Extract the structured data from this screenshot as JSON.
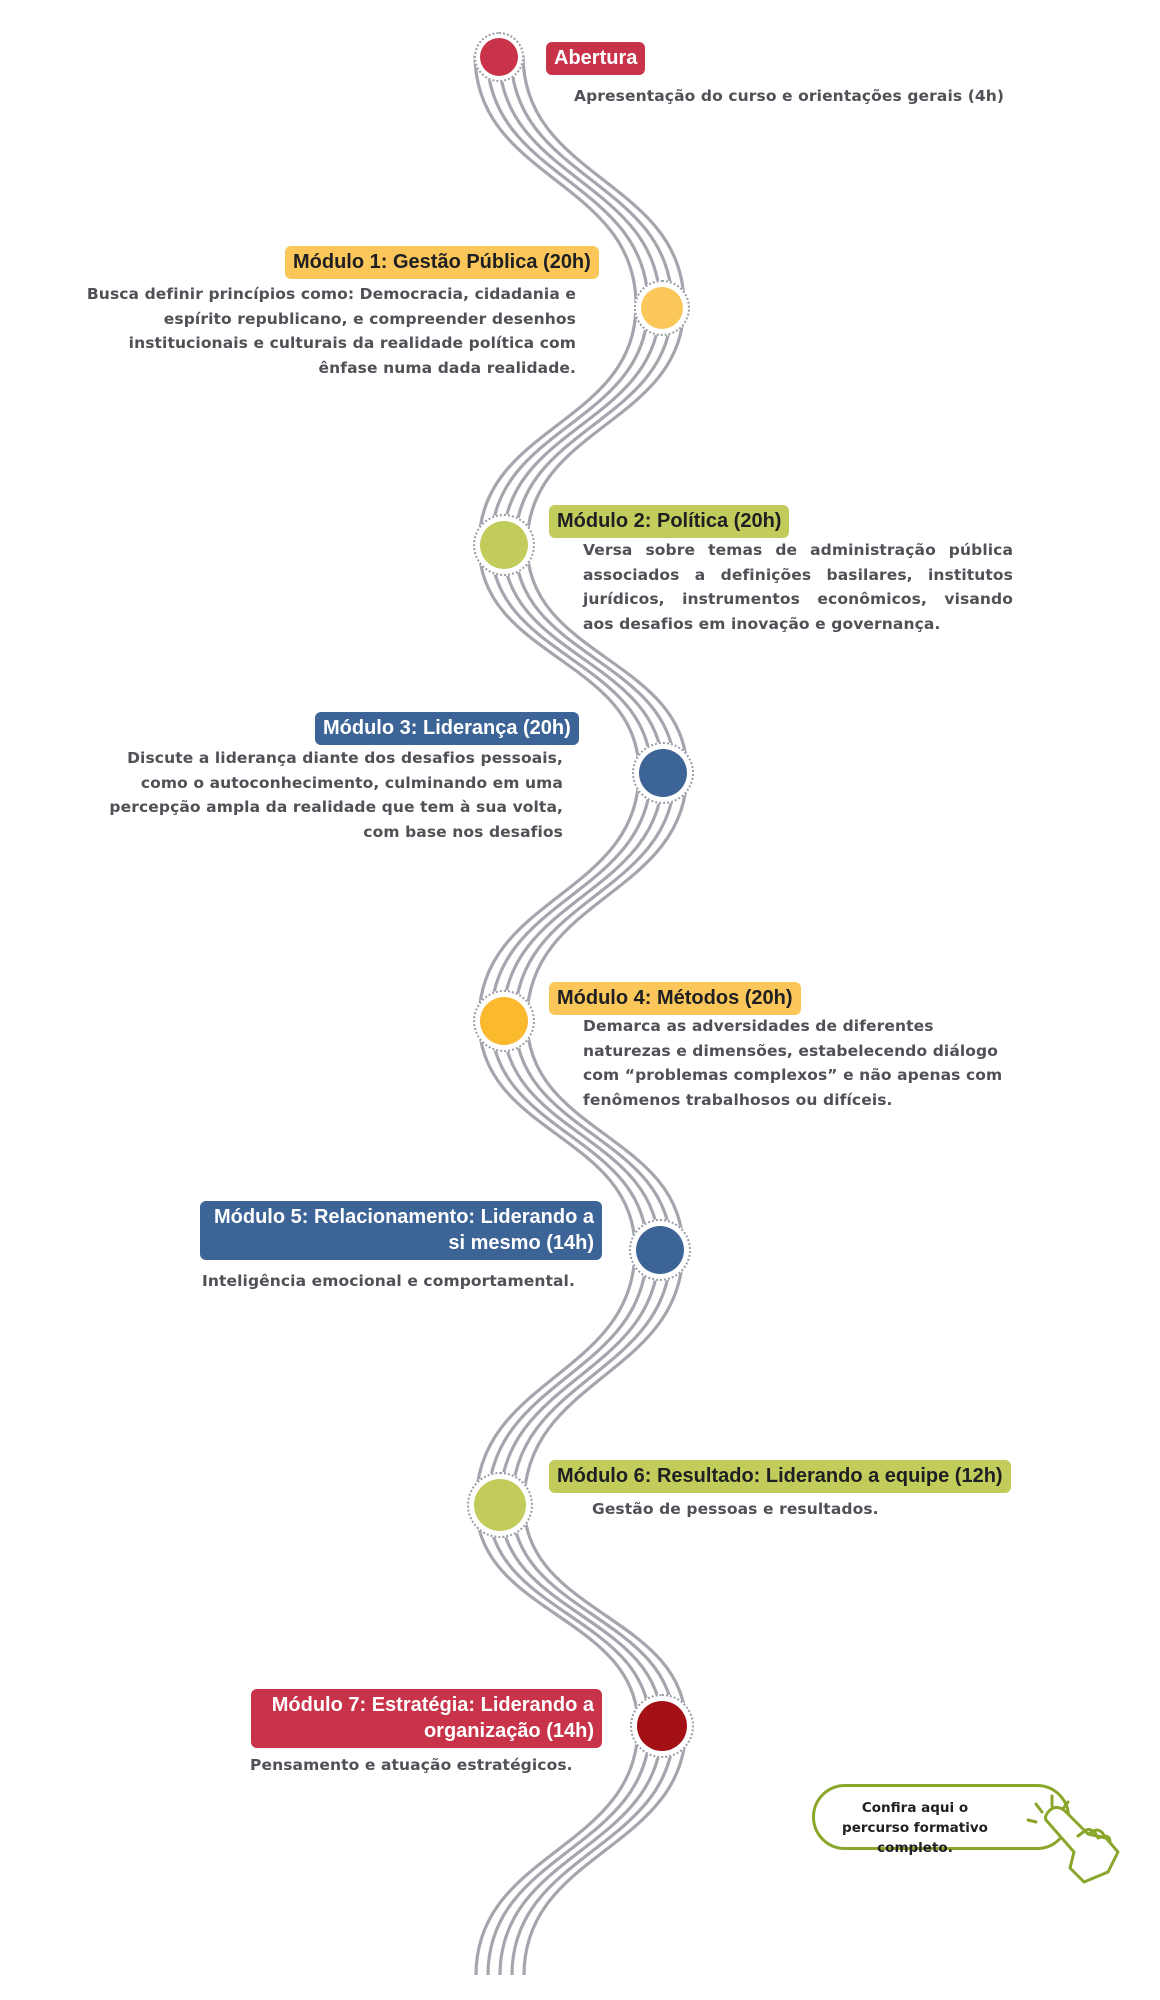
{
  "colors": {
    "road": "#a3a6ad",
    "red": "#c8334a",
    "orange": "#fcc75a",
    "green": "#c2cc5b",
    "blue": "#3d6496",
    "yellow": "#fbb92e",
    "darkred": "#a31015",
    "cta_border": "#8aa62b"
  },
  "steps": [
    {
      "title": "Abertura",
      "desc": "Apresentação do curso e orientações gerais (4h)",
      "color": "red"
    },
    {
      "title": "Módulo 1: Gestão Pública (20h)",
      "desc": "Busca definir princípios como: Democracia, cidadania e espírito republicano, e compreender desenhos institucionais e culturais da realidade política com ênfase numa dada realidade.",
      "color": "orange"
    },
    {
      "title": "Módulo 2: Política (20h)",
      "desc": "Versa sobre temas de administração pública associados a definições basilares, institutos jurídicos, instrumentos econômicos, visando aos desafios em inovação e governança.",
      "color": "green"
    },
    {
      "title": "Módulo 3: Liderança (20h)",
      "desc": "Discute a liderança diante dos desafios pessoais, como o autoconhecimento, culminando em uma percepção ampla da realidade que tem à sua volta, com base nos desafios",
      "color": "blue"
    },
    {
      "title": "Módulo 4: Métodos (20h)",
      "desc": "Demarca as adversidades de diferentes naturezas e dimensões, estabelecendo diálogo com “problemas complexos” e não apenas com fenômenos trabalhosos ou difíceis.",
      "color": "yellow"
    },
    {
      "title": "Módulo 5: Relacionamento: Liderando a si mesmo (14h)",
      "desc": "Inteligência emocional e comportamental.",
      "color": "blue"
    },
    {
      "title": "Módulo 6: Resultado: Liderando a equipe (12h)",
      "desc": "Gestão de pessoas e resultados.",
      "color": "green"
    },
    {
      "title": "Módulo 7: Estratégia: Liderando a organização (14h)",
      "desc": "Pensamento e atuação estratégicos.",
      "color": "darkred"
    }
  ],
  "cta": {
    "label": "Confira aqui o percurso formativo completo.",
    "icon": "pointing-hand-icon"
  }
}
